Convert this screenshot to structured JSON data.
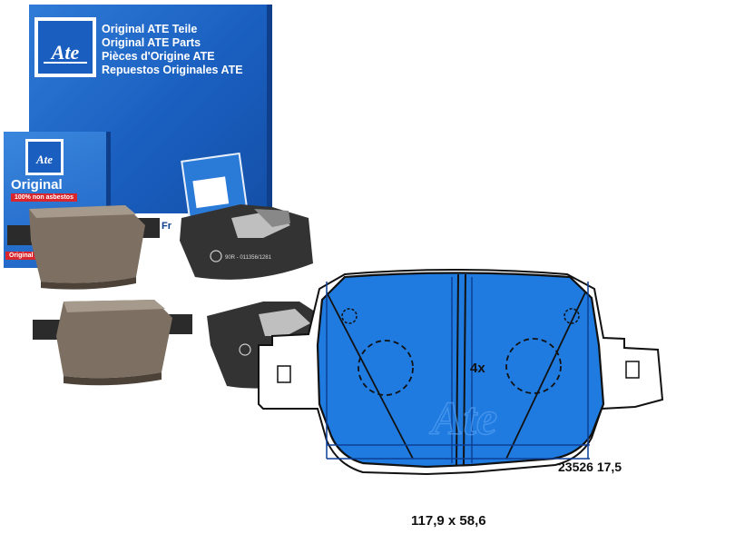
{
  "packaging": {
    "big_box_lines": [
      "Original ATE Teile",
      "Original ATE Parts",
      "Pièces d'Origine ATE",
      "Repuestos Originales ATE"
    ],
    "logo_text": "Ate",
    "small_box_title": "Original",
    "small_box_badge": "100% non asbestos",
    "small_box_bottom": "Original ATE",
    "box_side_text": "Fr"
  },
  "pad_stamp": "90R - 011356/1281",
  "diagram": {
    "quantity": "4x",
    "part_number": "23526 17,5",
    "dimensions": "117,9 x 58,6",
    "fill_color": "#1f7be0",
    "outline_color": "#111111"
  }
}
